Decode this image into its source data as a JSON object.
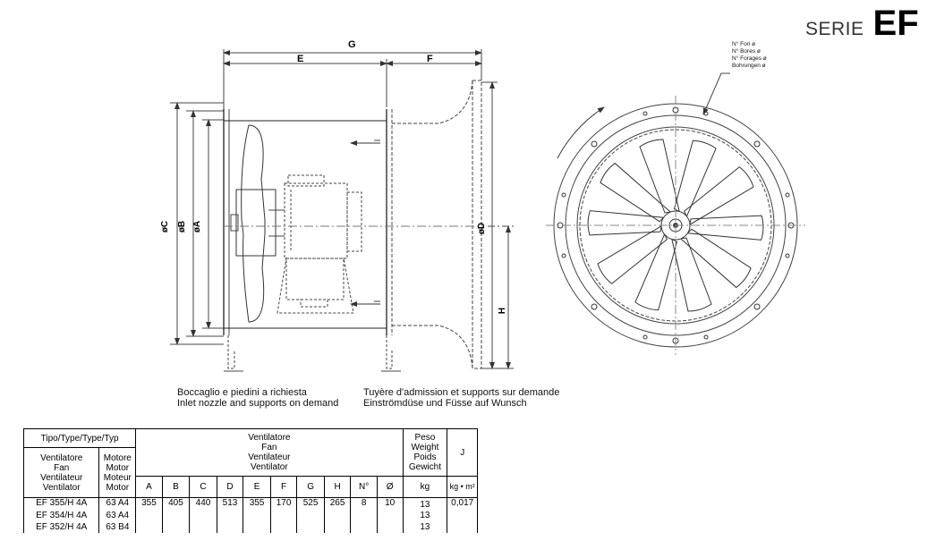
{
  "serie": {
    "word": "SERIE",
    "code": "EF"
  },
  "dimensions": {
    "G": "G",
    "E": "E",
    "F": "F",
    "C": "øC",
    "B": "øB",
    "A": "øA",
    "D": "øD",
    "H": "H"
  },
  "holes_label": [
    "N° Fori ø",
    "N° Bores ø",
    "N° Forages ø",
    "Bohrungen ø"
  ],
  "notes": {
    "left": [
      "Boccaglio e piedini a richiesta",
      "Inlet nozzle and supports on demand"
    ],
    "right": [
      "Tuyère d'admission et supports sur demande",
      "Einströmdüse und Füsse auf Wunsch"
    ]
  },
  "table": {
    "type_header": "Tipo/Type/Type/Typ",
    "fan_header": [
      "Ventilatore",
      "Fan",
      "Ventilateur",
      "Ventilator"
    ],
    "motor_header": [
      "Motore",
      "Motor",
      "Moteur",
      "Motor"
    ],
    "group_header": [
      "Ventilatore",
      "Fan",
      "Ventilateur",
      "Ventilator"
    ],
    "weight_header": [
      "Peso",
      "Weight",
      "Poids",
      "Gewicht"
    ],
    "j_header": "J",
    "columns": [
      "A",
      "B",
      "C",
      "D",
      "E",
      "F",
      "G",
      "H",
      "N°",
      "Ø"
    ],
    "weight_unit": "kg",
    "j_unit": "kg • m²",
    "rows": [
      {
        "fan": "EF 355/H 4A",
        "motor": "63 A4",
        "dims": [
          "355",
          "405",
          "440",
          "513",
          "355",
          "170",
          "525",
          "265",
          "8",
          "10"
        ],
        "weight": "13",
        "j": "0,017"
      },
      {
        "fan": "EF 354/H 4A",
        "motor": "63 A4",
        "dims": [
          "",
          "",
          "",
          "",
          "",
          "",
          "",
          "",
          "",
          ""
        ],
        "weight": "13",
        "j": ""
      },
      {
        "fan": "EF 352/H 4A",
        "motor": "63 B4",
        "dims": [
          "",
          "",
          "",
          "",
          "",
          "",
          "",
          "",
          "",
          ""
        ],
        "weight": "13",
        "j": ""
      }
    ]
  }
}
